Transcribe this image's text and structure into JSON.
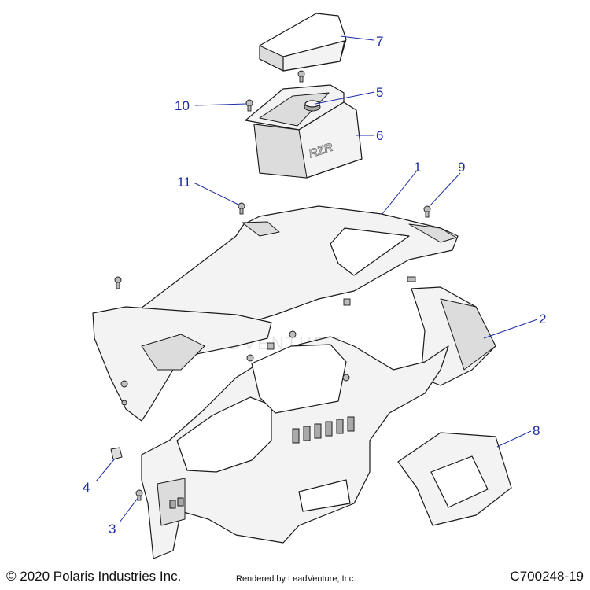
{
  "callouts": [
    {
      "id": "1",
      "label": "1"
    },
    {
      "id": "2",
      "label": "2"
    },
    {
      "id": "3",
      "label": "3"
    },
    {
      "id": "4",
      "label": "4"
    },
    {
      "id": "5",
      "label": "5"
    },
    {
      "id": "6",
      "label": "6"
    },
    {
      "id": "7",
      "label": "7"
    },
    {
      "id": "8",
      "label": "8"
    },
    {
      "id": "9",
      "label": "9"
    },
    {
      "id": "10",
      "label": "10"
    },
    {
      "id": "11",
      "label": "11"
    }
  ],
  "watermark": "LEADVENTURE",
  "console_logo": "RZR",
  "footer": {
    "copyright": "© 2020 Polaris Industries Inc.",
    "rendered_by": "Rendered by LeadVenture, Inc.",
    "diagram_code": "C700248-19"
  },
  "colors": {
    "callout": "#1c2aa8",
    "line": "#1a1a1a",
    "part_fill": "#f3f3f3"
  }
}
